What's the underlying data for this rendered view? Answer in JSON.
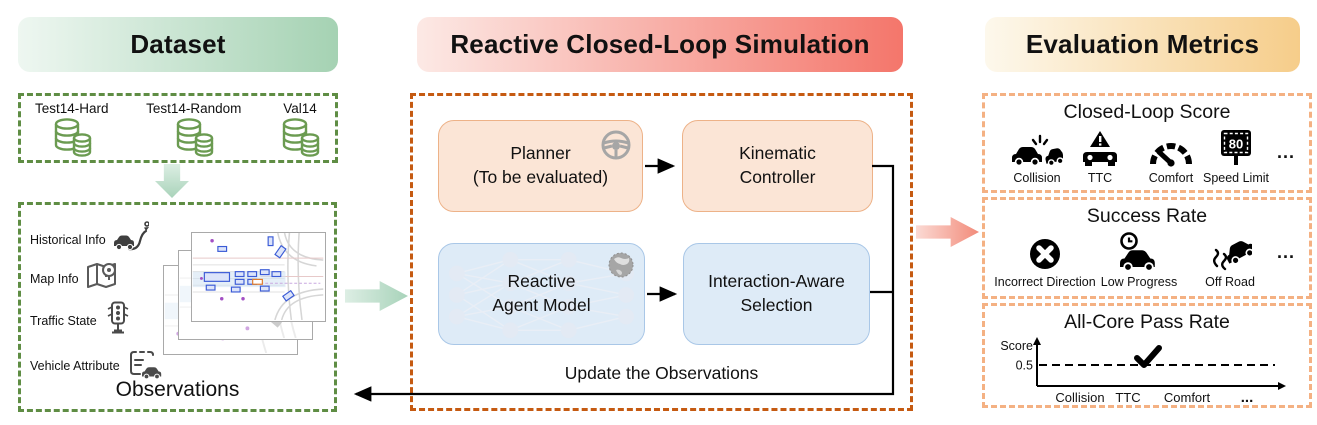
{
  "headers": {
    "dataset": "Dataset",
    "simulation": "Reactive Closed-Loop Simulation",
    "metrics": "Evaluation Metrics"
  },
  "dataset": {
    "sources": [
      {
        "label": "Test14-Hard",
        "icon": "database-icon"
      },
      {
        "label": "Test14-Random",
        "icon": "database-icon"
      },
      {
        "label": "Val14",
        "icon": "database-icon"
      }
    ],
    "observations": {
      "inputs": [
        {
          "label": "Historical Info",
          "icon": "historical-info-icon"
        },
        {
          "label": "Map Info",
          "icon": "map-info-icon"
        },
        {
          "label": "Traffic State",
          "icon": "traffic-state-icon"
        },
        {
          "label": "Vehicle Attribute",
          "icon": "vehicle-attribute-icon"
        }
      ],
      "caption": "Observations"
    }
  },
  "simulation": {
    "planner": {
      "line1": "Planner",
      "line2": "(To be evaluated)",
      "icon": "steering-wheel-icon"
    },
    "kinematic": {
      "line1": "Kinematic",
      "line2": "Controller"
    },
    "agent": {
      "line1": "Reactive",
      "line2": "Agent Model",
      "icon": "globe-icon"
    },
    "selection": {
      "line1": "Interaction-Aware",
      "line2": "Selection"
    },
    "update_label": "Update the Observations"
  },
  "metrics": {
    "groups": [
      {
        "title": "Closed-Loop Score",
        "items": [
          {
            "label": "Collision",
            "icon": "collision-icon"
          },
          {
            "label": "TTC",
            "icon": "ttc-icon"
          },
          {
            "label": "Comfort",
            "icon": "comfort-icon"
          },
          {
            "label": "Speed Limit",
            "icon": "speed-limit-icon",
            "sign_value": "80"
          }
        ],
        "ellipsis": "..."
      },
      {
        "title": "Success Rate",
        "items": [
          {
            "label": "Incorrect Direction",
            "icon": "incorrect-direction-icon"
          },
          {
            "label": "Low Progress",
            "icon": "low-progress-icon"
          },
          {
            "label": "Off Road",
            "icon": "off-road-icon"
          }
        ],
        "ellipsis": "..."
      },
      {
        "title": "All-Core Pass Rate",
        "chart": {
          "type": "line",
          "ylabel": "Score",
          "threshold": 0.5,
          "threshold_label": "0.5",
          "categories": [
            "Collision",
            "TTC",
            "Comfort",
            "..."
          ],
          "annotation": "checkmark above threshold line",
          "cat0": "Collision",
          "cat1": "TTC",
          "cat2": "Comfort",
          "cat3": "..."
        }
      }
    ]
  },
  "colors": {
    "header_green": "#a5d2b3",
    "header_red": "#f4766b",
    "header_gold": "#f6cd8a",
    "dashed_green": "#5f8d44",
    "dashed_orange": "#c55a11",
    "dashed_peach": "#f4b183",
    "orange_node_fill": "#fbe5d6",
    "orange_node_border": "#edb288",
    "blue_node_fill": "#deebf7",
    "blue_node_border": "#a9c7e7",
    "database_green": "#6b9b51",
    "icon_gray": "#3f3f3f",
    "accent_gray": "#a6a6a6"
  }
}
